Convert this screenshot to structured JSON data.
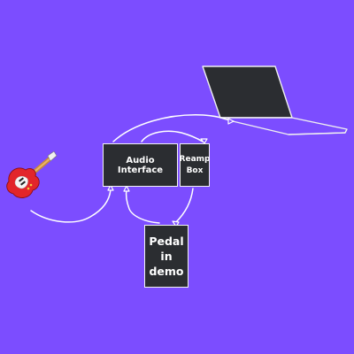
{
  "diagram": {
    "background_color": "#7c4dff",
    "nodes": {
      "audio_interface": "Audio Interface",
      "reamp_box": "Reamp\nBox",
      "pedal": "Pedal\nin\ndemo"
    },
    "icons": [
      "guitar-icon",
      "laptop-icon"
    ],
    "connections": [
      {
        "from": "guitar",
        "to": "audio_interface"
      },
      {
        "from": "audio_interface",
        "to": "laptop"
      },
      {
        "from": "audio_interface",
        "to": "reamp_box"
      },
      {
        "from": "reamp_box",
        "to": "pedal"
      },
      {
        "from": "pedal",
        "to": "audio_interface"
      }
    ]
  }
}
